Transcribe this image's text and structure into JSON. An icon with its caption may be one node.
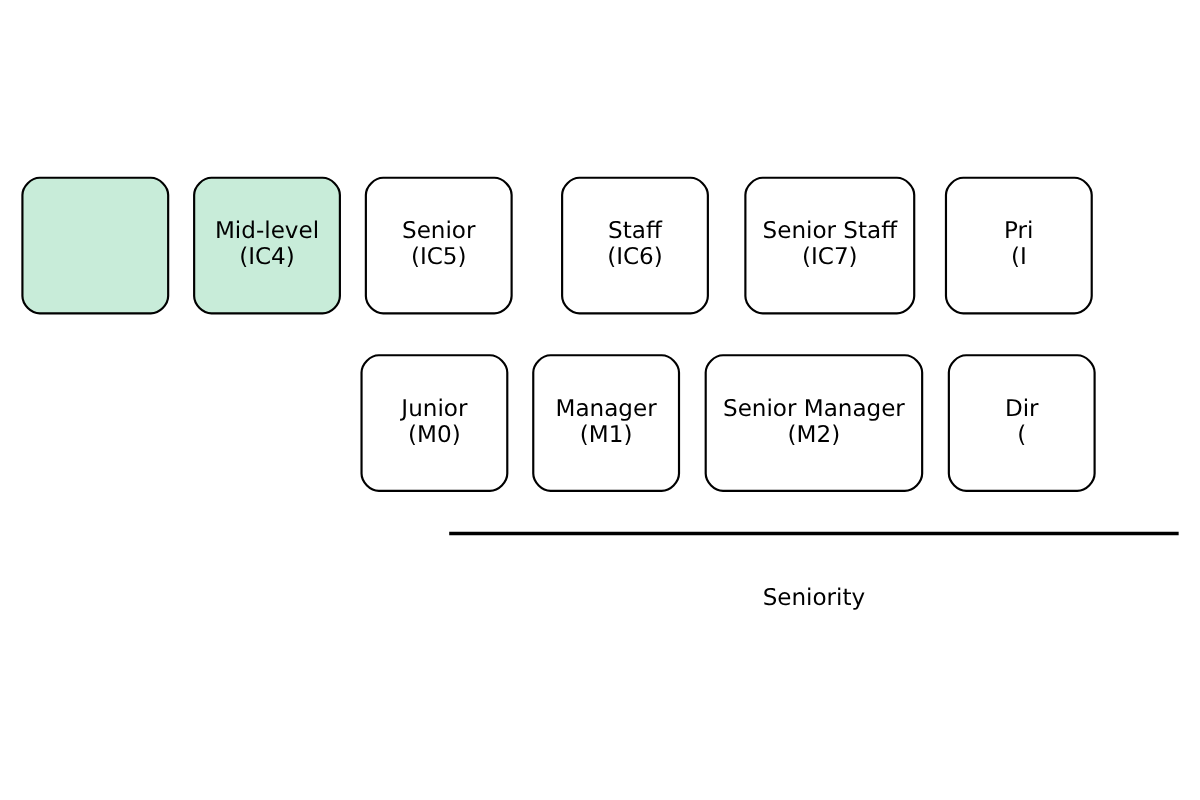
{
  "diagram": {
    "nodes": [
      {
        "text": [],
        "shape": "box"
      },
      {
        "text": [
          "Mid-level",
          "(IC4)"
        ]
      },
      {
        "text": [
          "Senior",
          "(IC5)"
        ]
      },
      {
        "text": [
          "Staff",
          "(IC6)"
        ]
      },
      {
        "text": [
          "Senior Staff",
          "(IC7)"
        ]
      },
      {
        "text": [
          "Pri",
          "(I"
        ]
      },
      {
        "text": [
          "Junior",
          "(M0)"
        ]
      },
      {
        "text": [
          "Manager",
          "(M1)"
        ]
      },
      {
        "text": [
          "Senior Manager",
          "(M2)"
        ]
      },
      {
        "text": [
          "Dir",
          "("
        ]
      }
    ],
    "edges": [],
    "labels": [
      "Seniority"
    ]
  }
}
